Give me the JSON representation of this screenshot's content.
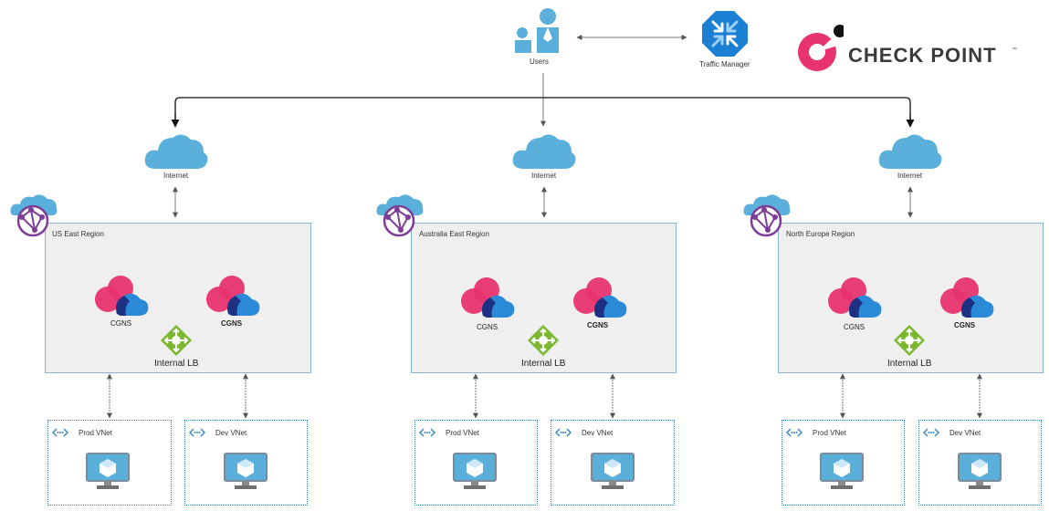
{
  "top": {
    "users_label": "Users",
    "traffic_manager_label": "Traffic Manager",
    "brand_text": "CHECK POINT",
    "brand_tm": "™",
    "brand_color": "#e7336e"
  },
  "regions": [
    {
      "internet_label": "Internet",
      "region_label": "US East Region",
      "cgns_labels": [
        "CGNS",
        "CGNS"
      ],
      "lb_label": "Internal LB",
      "vnets": [
        "Prod VNet",
        "Dev VNet"
      ]
    },
    {
      "internet_label": "Internet",
      "region_label": "Australia East Region",
      "cgns_labels": [
        "CGNS",
        "CGNS"
      ],
      "lb_label": "Internal LB",
      "vnets": [
        "Prod VNet",
        "Dev VNet"
      ]
    },
    {
      "internet_label": "Internet",
      "region_label": "North Europe Region",
      "cgns_labels": [
        "CGNS",
        "CGNS"
      ],
      "lb_label": "Internal LB",
      "vnets": [
        "Prod VNet",
        "Dev VNet"
      ]
    }
  ],
  "colors": {
    "cloud": "#5ab0db",
    "region_border": "#8ab4d6",
    "region_fill": "#efefef",
    "vnet_border": "#3a86c8",
    "lb_green": "#7cb82f",
    "cgns_pink": "#e7336e",
    "cgns_blue": "#2b8ad8",
    "globe_purple": "#7d3c98",
    "traffic_manager": "#1b7fd4",
    "vm_screen": "#5ab0db"
  },
  "icons": [
    "users-icon",
    "traffic-manager-icon",
    "checkpoint-logo",
    "cloud-icon",
    "region-globe-icon",
    "cgns-icon",
    "load-balancer-icon",
    "vnet-icon",
    "vm-icon"
  ]
}
